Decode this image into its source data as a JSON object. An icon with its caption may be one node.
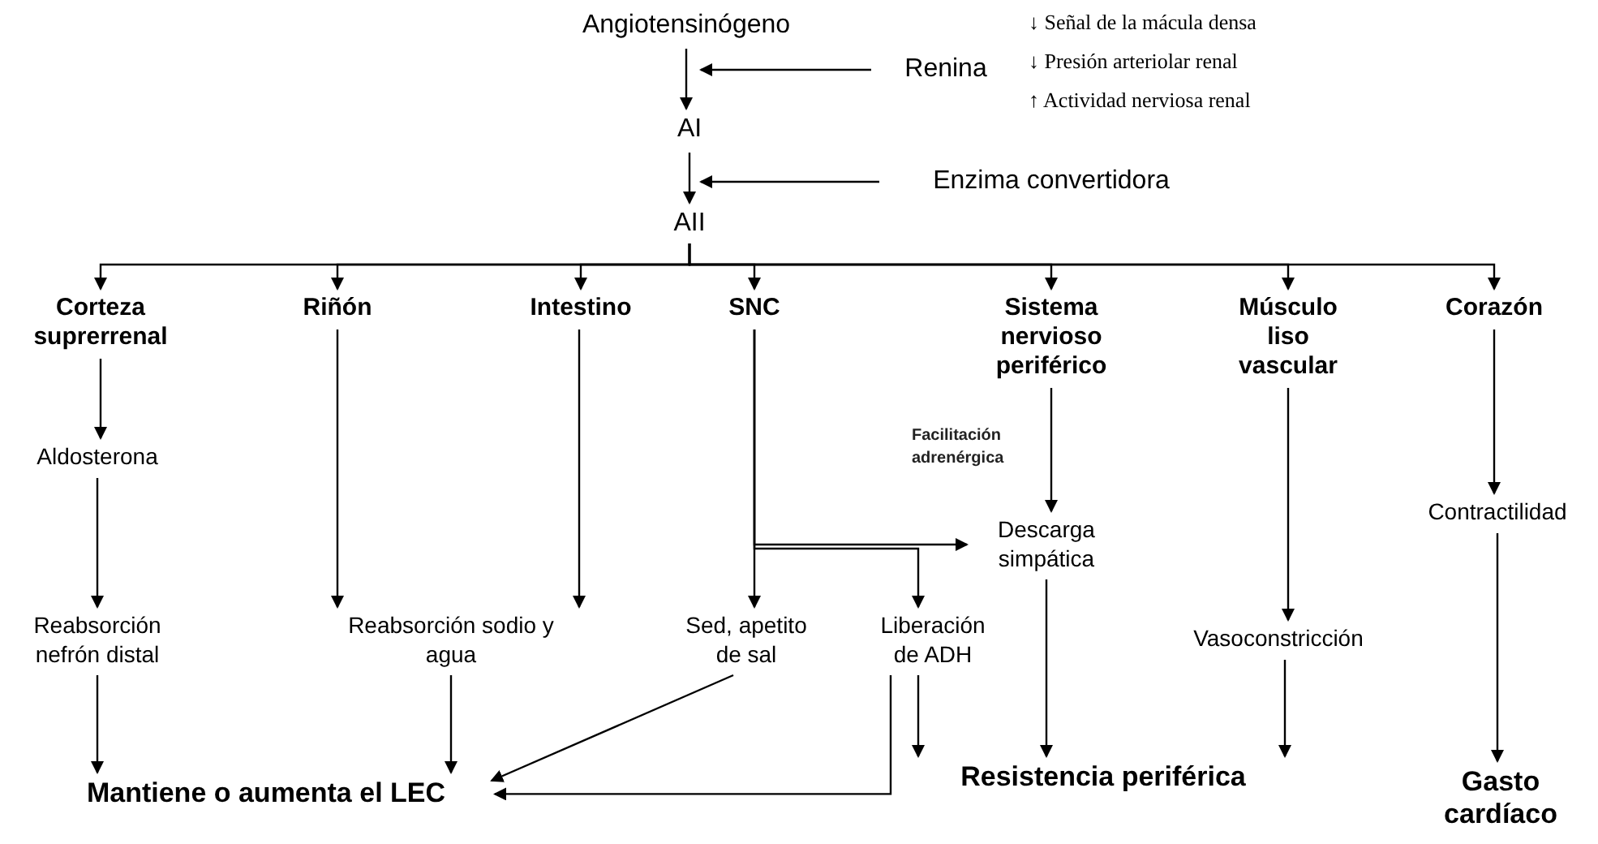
{
  "diagram": {
    "nodes": [
      {
        "text": [
          "Angiotensinógeno"
        ]
      },
      {
        "text": [
          "Renina"
        ]
      },
      {
        "text": [
          "AI"
        ]
      },
      {
        "text": [
          "Enzima convertidora"
        ]
      },
      {
        "text": [
          "AII"
        ]
      },
      {
        "text": [
          "Corteza suprerrenal"
        ]
      },
      {
        "text": [
          "Riñón"
        ]
      },
      {
        "text": [
          "Intestino"
        ]
      },
      {
        "text": [
          "SNC"
        ]
      },
      {
        "text": [
          "Sistema nervioso periférico"
        ]
      },
      {
        "text": [
          "Músculo liso vascular"
        ]
      },
      {
        "text": [
          "Corazón"
        ]
      },
      {
        "text": [
          "Aldosterona"
        ]
      },
      {
        "text": [
          "Reabsorción nefrón distal"
        ]
      },
      {
        "text": [
          "Reabsorción sodio y agua"
        ]
      },
      {
        "text": [
          "Sed, apetito de sal"
        ]
      },
      {
        "text": [
          "Descarga simpática"
        ]
      },
      {
        "text": [
          "Liberación de ADH"
        ]
      },
      {
        "text": [
          "Vasoconstricción"
        ]
      },
      {
        "text": [
          "Contractilidad"
        ]
      },
      {
        "text": [
          "Mantiene o aumenta el LEC"
        ]
      },
      {
        "text": [
          "Resistencia periférica"
        ]
      },
      {
        "text": [
          "Gasto cardíaco"
        ]
      }
    ],
    "edges": [
      {
        "from": 0,
        "to": 2,
        "arrow": "to"
      },
      {
        "from": 1,
        "to": 0,
        "arrow": "to"
      },
      {
        "from": 2,
        "to": 4,
        "arrow": "to"
      },
      {
        "from": 3,
        "to": 4,
        "arrow": "to"
      },
      {
        "from": 4,
        "to": 5,
        "arrow": "to"
      },
      {
        "from": 4,
        "to": 6,
        "arrow": "to"
      },
      {
        "from": 4,
        "to": 7,
        "arrow": "to"
      },
      {
        "from": 4,
        "to": 8,
        "arrow": "to"
      },
      {
        "from": 4,
        "to": 9,
        "arrow": "to"
      },
      {
        "from": 4,
        "to": 10,
        "arrow": "to"
      },
      {
        "from": 4,
        "to": 11,
        "arrow": "to"
      },
      {
        "from": 5,
        "to": 12,
        "arrow": "to"
      },
      {
        "from": 12,
        "to": 13,
        "arrow": "to"
      },
      {
        "from": 13,
        "to": 20,
        "arrow": "to"
      },
      {
        "from": 6,
        "to": 14,
        "arrow": "to"
      },
      {
        "from": 7,
        "to": 14,
        "arrow": "to"
      },
      {
        "from": 14,
        "to": 20,
        "arrow": "to"
      },
      {
        "from": 8,
        "to": 15,
        "arrow": "to"
      },
      {
        "from": 8,
        "to": 16,
        "arrow": "to"
      },
      {
        "from": 8,
        "to": 17,
        "arrow": "to"
      },
      {
        "from": 15,
        "to": 20,
        "arrow": "to"
      },
      {
        "from": 17,
        "to": 20,
        "arrow": "to"
      },
      {
        "from": 17,
        "to": 21,
        "arrow": "to"
      },
      {
        "from": 9,
        "to": 16,
        "arrow": "to",
        "label": "Facilitación adrenérgica"
      },
      {
        "from": 16,
        "to": 21,
        "arrow": "to"
      },
      {
        "from": 10,
        "to": 18,
        "arrow": "to"
      },
      {
        "from": 18,
        "to": 21,
        "arrow": "to"
      },
      {
        "from": 11,
        "to": 19,
        "arrow": "to"
      },
      {
        "from": 19,
        "to": 22,
        "arrow": "to"
      }
    ],
    "labels": [
      "↓ Señal de la mácula densa",
      "↓ Presión arteriolar renal",
      "↑ Actividad nerviosa renal"
    ]
  }
}
